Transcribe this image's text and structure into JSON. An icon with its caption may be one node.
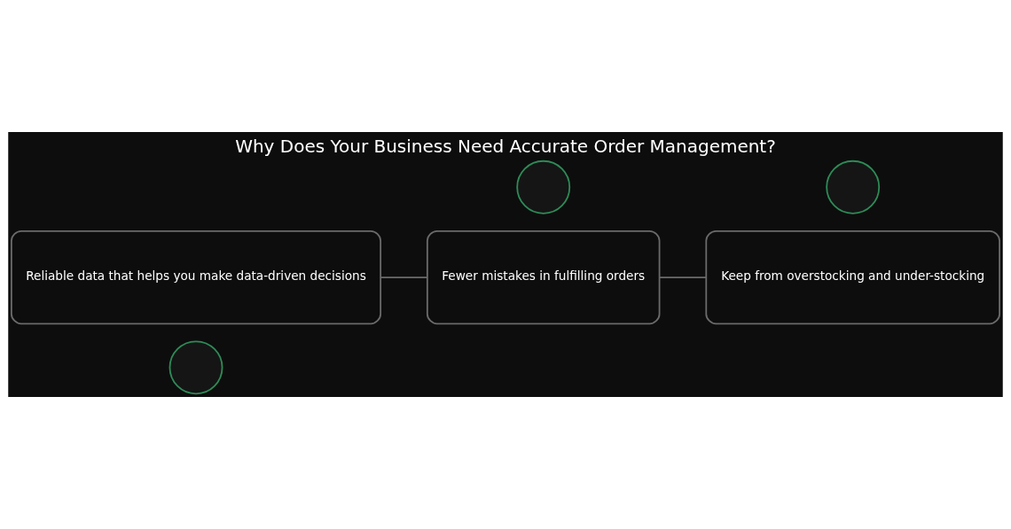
{
  "diagram": {
    "title": "Why Does Your Business Need Accurate Order Management?",
    "nodes": [
      {
        "text": [],
        "shape": "circle"
      },
      {
        "text": [
          "Reliable data that helps you make data-driven decisions"
        ]
      },
      {
        "text": [],
        "shape": "circle"
      },
      {
        "text": [
          "Fewer mistakes in fulfilling orders"
        ]
      },
      {
        "text": [],
        "shape": "circle"
      },
      {
        "text": [
          "Keep from overstocking and under-stocking"
        ]
      }
    ],
    "edges": [
      {
        "from": 1,
        "to": 3,
        "arrow": "none"
      },
      {
        "from": 3,
        "to": 5,
        "arrow": "none"
      }
    ]
  }
}
